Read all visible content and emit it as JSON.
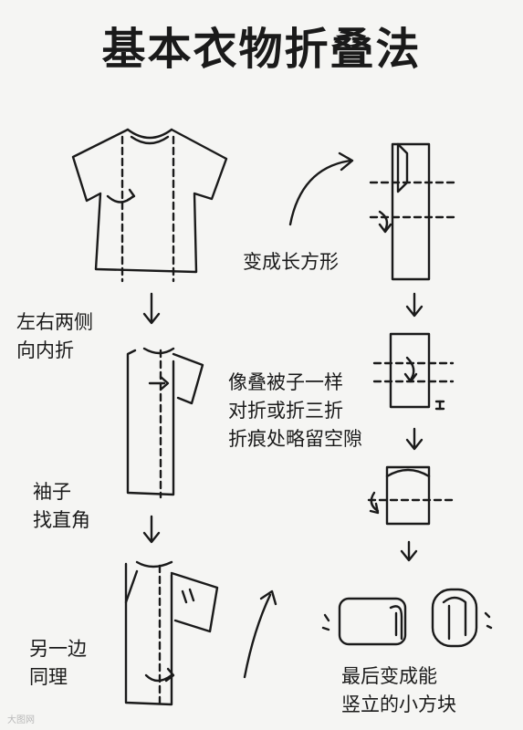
{
  "title": "基本衣物折叠法",
  "steps": {
    "fold_sides": [
      "左右两侧",
      "向内折"
    ],
    "sleeves": [
      "袖子",
      "找直角"
    ],
    "other_side": [
      "另一边",
      "同理"
    ],
    "rectangle": "变成长方形",
    "fold_like_quilt": [
      "像叠被子一样",
      "对折或折三折",
      "折痕处略留空隙"
    ],
    "final": [
      "最后变成能",
      "竖立的小方块"
    ]
  },
  "watermark": "大图网",
  "colors": {
    "ink": "#1a1a1a",
    "paper": "#f5f5f3"
  }
}
